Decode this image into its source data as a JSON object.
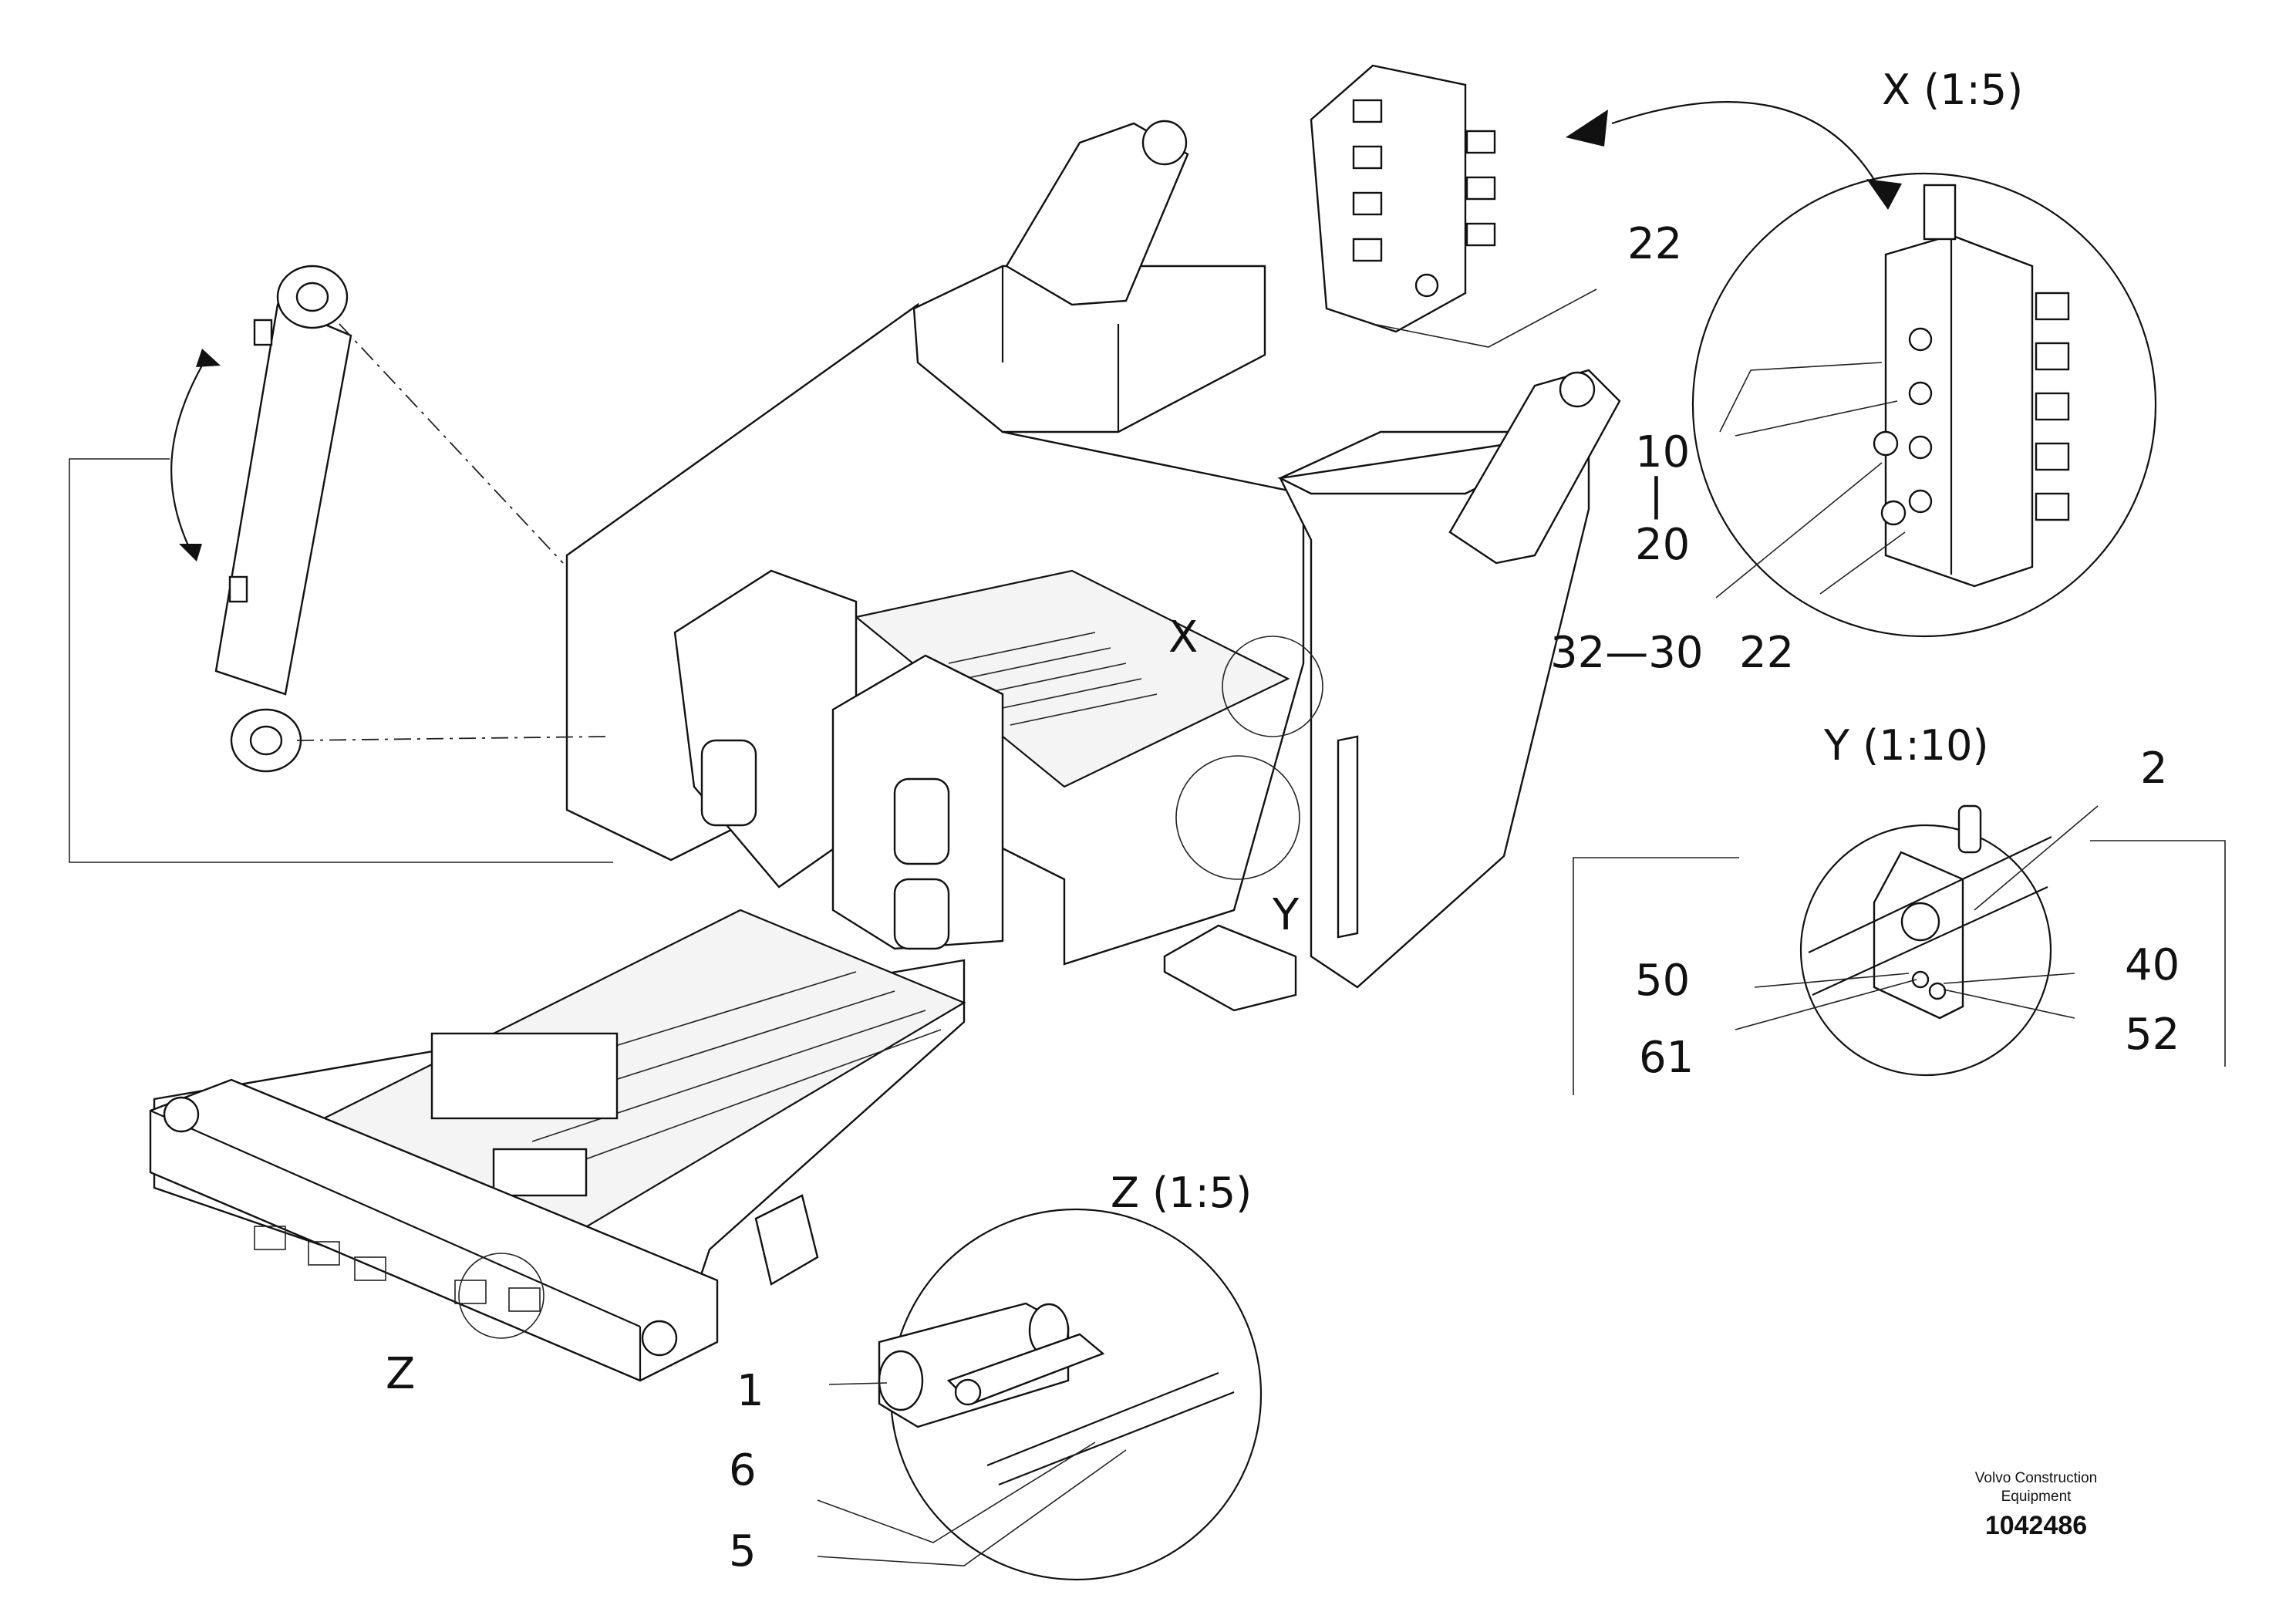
{
  "views": {
    "x": "X (1:5)",
    "y": "Y (1:10)",
    "z": "Z (1:5)"
  },
  "markers": {
    "x": "X",
    "y": "Y",
    "z": "Z"
  },
  "callouts": {
    "c22_top": "22",
    "c10": "10",
    "c_sep": "|",
    "c20": "20",
    "c32_30": "32—30",
    "c22_bottom": "22",
    "c2": "2",
    "c50": "50",
    "c40": "40",
    "c61": "61",
    "c52": "52",
    "c1": "1",
    "c6": "6",
    "c5": "5"
  },
  "footer": {
    "brand_line1": "Volvo Construction",
    "brand_line2": "Equipment",
    "doc_number": "1042486"
  }
}
